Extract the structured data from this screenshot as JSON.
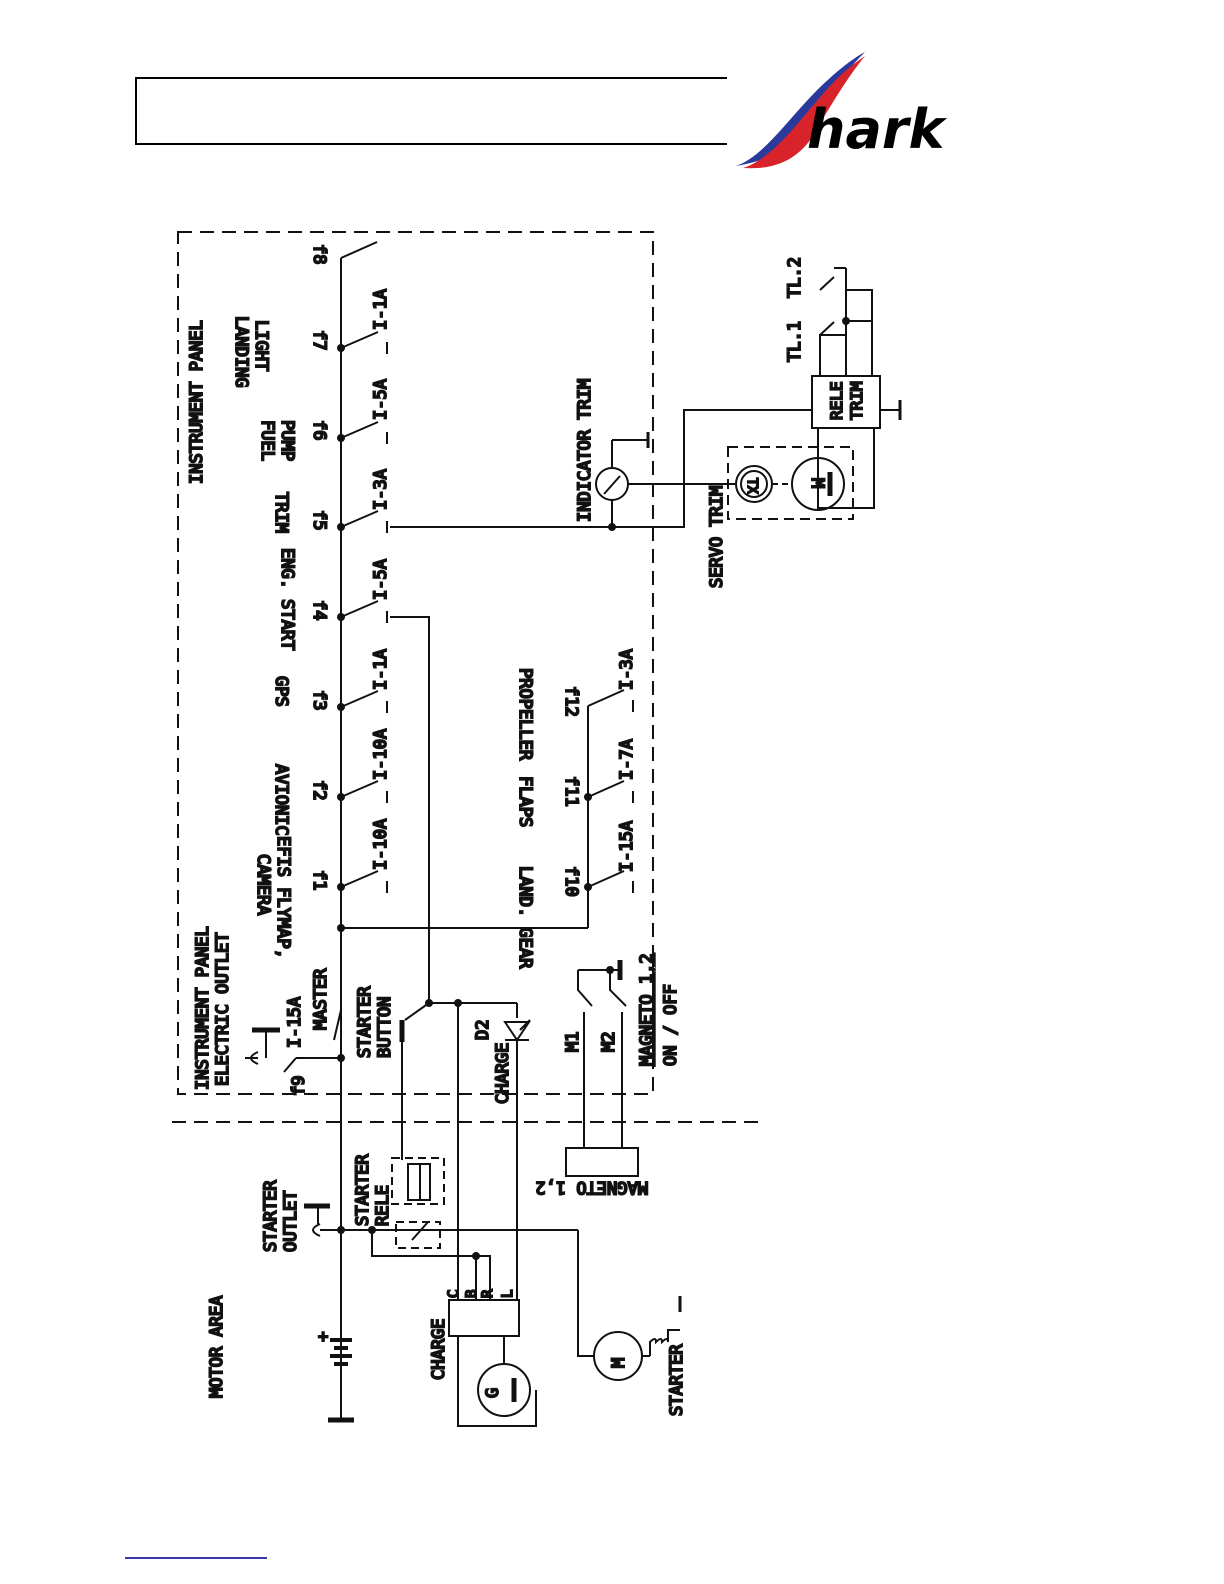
{
  "logo": {
    "brand": "hark",
    "colors": {
      "red": "#d8232a",
      "blue": "#2a3a9c",
      "purple": "#6b2a8a"
    }
  },
  "areas": {
    "instrument_panel": "INSTRUMENT PANEL",
    "motor_area": "MOTOR AREA"
  },
  "fuses": [
    {
      "id": "f1",
      "label_lines": [
        "EFIS FLYMAP,",
        "CAMERA"
      ],
      "rating": "I-10A"
    },
    {
      "id": "f2",
      "label_lines": [
        "AVIONIC"
      ],
      "rating": "I-10A"
    },
    {
      "id": "f3",
      "label_lines": [
        "GPS"
      ],
      "rating": "I-1A"
    },
    {
      "id": "f4",
      "label_lines": [
        "ENG. START"
      ],
      "rating": "I-5A"
    },
    {
      "id": "f5",
      "label_lines": [
        "TRIM"
      ],
      "rating": "I-3A"
    },
    {
      "id": "f6",
      "label_lines": [
        "FUEL",
        "PUMP"
      ],
      "rating": "I-5A"
    },
    {
      "id": "f7",
      "label_lines": [
        "LANDING",
        "LIGHT"
      ],
      "rating": "I-1A"
    },
    {
      "id": "f8",
      "label_lines": [],
      "rating": ""
    },
    {
      "id": "f10",
      "label_lines": [
        "LAND. GEAR"
      ],
      "rating": "I-15A"
    },
    {
      "id": "f11",
      "label_lines": [
        "FLAPS"
      ],
      "rating": "I-7A"
    },
    {
      "id": "f12",
      "label_lines": [
        "PROPELLER"
      ],
      "rating": "I-3A"
    }
  ],
  "outlet_panel": {
    "label_lines": [
      "INSTRUMENT PANEL",
      "ELECTRIC OUTLET"
    ],
    "fuse": "f9",
    "rating": "I-15A"
  },
  "master": "MASTER",
  "starter_button": [
    "STARTER",
    "BUTTON"
  ],
  "charge_led": {
    "id": "D2",
    "label": "CHARGE"
  },
  "magneto_switch": {
    "m1": "M1",
    "m2": "M2",
    "label": "MAGNETO 1,2",
    "state": "ON / OFF"
  },
  "magneto_box": "MAGNETO 1,2",
  "trim": {
    "indicator": "INDICATOR TRIM",
    "servo": "SERVO TRIM",
    "tx": "TX",
    "motor": "M",
    "relay": [
      "RELE",
      "TRIM"
    ],
    "tl1": "TL.1",
    "tl2": "TL.2"
  },
  "starter_outlet": [
    "STARTER",
    "OUTLET"
  ],
  "starter_relay": [
    "STARTER",
    "RELE"
  ],
  "charge_regulator": {
    "label": "CHARGE",
    "pins": [
      "C",
      "B",
      "R",
      "L"
    ]
  },
  "generator": "G",
  "starter_motor": {
    "symbol": "M",
    "label": "STARTER"
  },
  "battery_plus": "+"
}
